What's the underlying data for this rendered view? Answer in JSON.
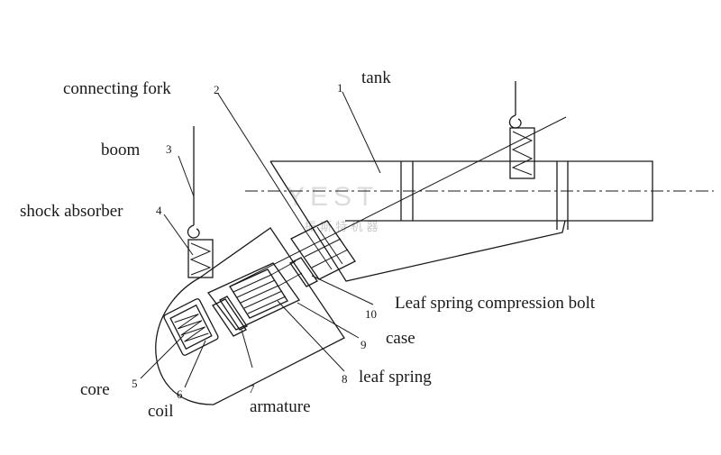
{
  "labels": {
    "tank": "tank",
    "connecting_fork": "connecting fork",
    "boom": "boom",
    "shock_absorber": "shock absorber",
    "leaf_spring_compression_bolt": "Leaf spring compression bolt",
    "case": "case",
    "leaf_spring": "leaf spring",
    "core": "core",
    "coil": "coil",
    "armature": "armature"
  },
  "numbers": {
    "n1": "1",
    "n2": "2",
    "n3": "3",
    "n4": "4",
    "n5": "5",
    "n6": "6",
    "n7": "7",
    "n8": "8",
    "n9": "9",
    "n10": "10"
  },
  "watermark": {
    "logo": "YEST",
    "text": "振 斯 特 机 器"
  }
}
